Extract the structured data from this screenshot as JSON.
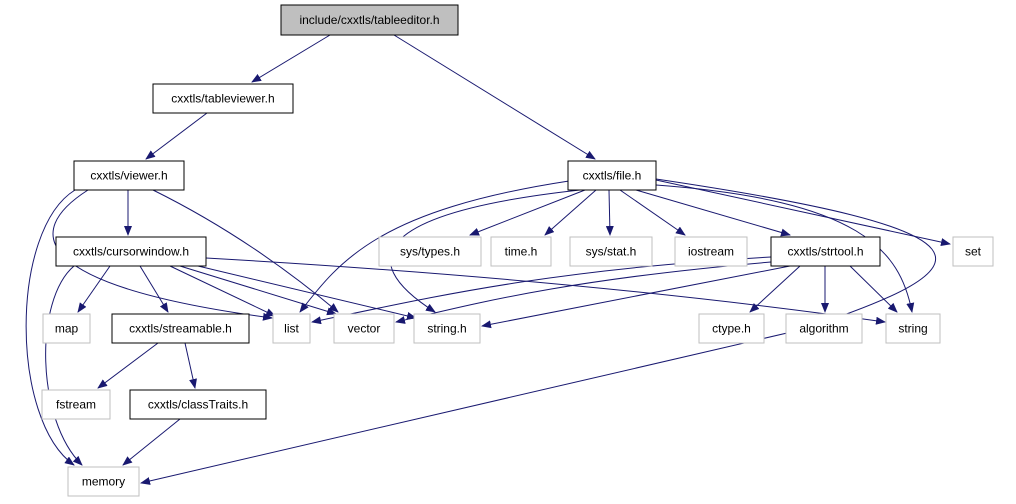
{
  "diagram": {
    "root": "include/cxxtls/tableeditor.h",
    "nodes": [
      {
        "id": "tableeditor",
        "label": "include/cxxtls/tableeditor.h",
        "kind": "root"
      },
      {
        "id": "tableviewer",
        "label": "cxxtls/tableviewer.h",
        "kind": "documented"
      },
      {
        "id": "viewer",
        "label": "cxxtls/viewer.h",
        "kind": "documented"
      },
      {
        "id": "file",
        "label": "cxxtls/file.h",
        "kind": "documented"
      },
      {
        "id": "cursorwindow",
        "label": "cxxtls/cursorwindow.h",
        "kind": "documented"
      },
      {
        "id": "strtool",
        "label": "cxxtls/strtool.h",
        "kind": "documented"
      },
      {
        "id": "streamable",
        "label": "cxxtls/streamable.h",
        "kind": "documented"
      },
      {
        "id": "classTraits",
        "label": "cxxtls/classTraits.h",
        "kind": "documented"
      },
      {
        "id": "systypes",
        "label": "sys/types.h",
        "kind": "external"
      },
      {
        "id": "timeh",
        "label": "time.h",
        "kind": "external"
      },
      {
        "id": "sysstat",
        "label": "sys/stat.h",
        "kind": "external"
      },
      {
        "id": "iostream",
        "label": "iostream",
        "kind": "external"
      },
      {
        "id": "set",
        "label": "set",
        "kind": "external"
      },
      {
        "id": "map",
        "label": "map",
        "kind": "external"
      },
      {
        "id": "list",
        "label": "list",
        "kind": "external"
      },
      {
        "id": "vector",
        "label": "vector",
        "kind": "external"
      },
      {
        "id": "stringh",
        "label": "string.h",
        "kind": "external"
      },
      {
        "id": "ctype",
        "label": "ctype.h",
        "kind": "external"
      },
      {
        "id": "algorithm",
        "label": "algorithm",
        "kind": "external"
      },
      {
        "id": "string",
        "label": "string",
        "kind": "external"
      },
      {
        "id": "fstream",
        "label": "fstream",
        "kind": "external"
      },
      {
        "id": "memory",
        "label": "memory",
        "kind": "external"
      }
    ],
    "edges": [
      [
        "tableeditor",
        "tableviewer"
      ],
      [
        "tableeditor",
        "file"
      ],
      [
        "tableviewer",
        "viewer"
      ],
      [
        "viewer",
        "cursorwindow"
      ],
      [
        "viewer",
        "list"
      ],
      [
        "viewer",
        "vector"
      ],
      [
        "viewer",
        "memory"
      ],
      [
        "file",
        "systypes"
      ],
      [
        "file",
        "timeh"
      ],
      [
        "file",
        "sysstat"
      ],
      [
        "file",
        "iostream"
      ],
      [
        "file",
        "strtool"
      ],
      [
        "file",
        "set"
      ],
      [
        "file",
        "list"
      ],
      [
        "file",
        "stringh"
      ],
      [
        "file",
        "string"
      ],
      [
        "file",
        "memory"
      ],
      [
        "cursorwindow",
        "map"
      ],
      [
        "cursorwindow",
        "streamable"
      ],
      [
        "cursorwindow",
        "list"
      ],
      [
        "cursorwindow",
        "vector"
      ],
      [
        "cursorwindow",
        "stringh"
      ],
      [
        "cursorwindow",
        "string"
      ],
      [
        "cursorwindow",
        "memory"
      ],
      [
        "strtool",
        "list"
      ],
      [
        "strtool",
        "vector"
      ],
      [
        "strtool",
        "stringh"
      ],
      [
        "strtool",
        "ctype"
      ],
      [
        "strtool",
        "algorithm"
      ],
      [
        "strtool",
        "string"
      ],
      [
        "streamable",
        "fstream"
      ],
      [
        "streamable",
        "classTraits"
      ],
      [
        "classTraits",
        "memory"
      ]
    ],
    "colors": {
      "root_fill": "#bfbfbf",
      "documented_border": "#000000",
      "external_border": "#bfbfbf",
      "edge": "#191970",
      "text": "#000000"
    }
  }
}
